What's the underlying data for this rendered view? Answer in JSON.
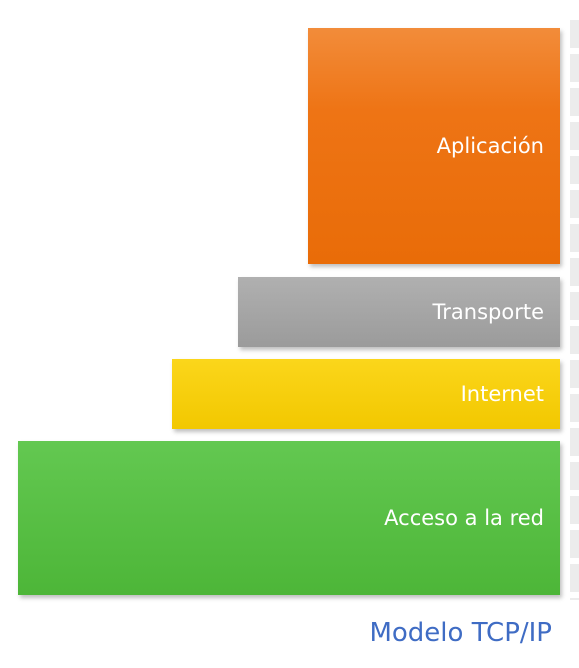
{
  "diagram": {
    "layers": [
      {
        "label": "Aplicación"
      },
      {
        "label": "Transporte"
      },
      {
        "label": "Internet"
      },
      {
        "label": "Acceso a la red"
      }
    ],
    "caption": "Modelo TCP/IP",
    "colors": {
      "aplicacion": "#ee7415",
      "transporte": "#9f9f9f",
      "internet": "#f5cc00",
      "acceso": "#55bd40",
      "caption": "#3f6cc4"
    }
  }
}
